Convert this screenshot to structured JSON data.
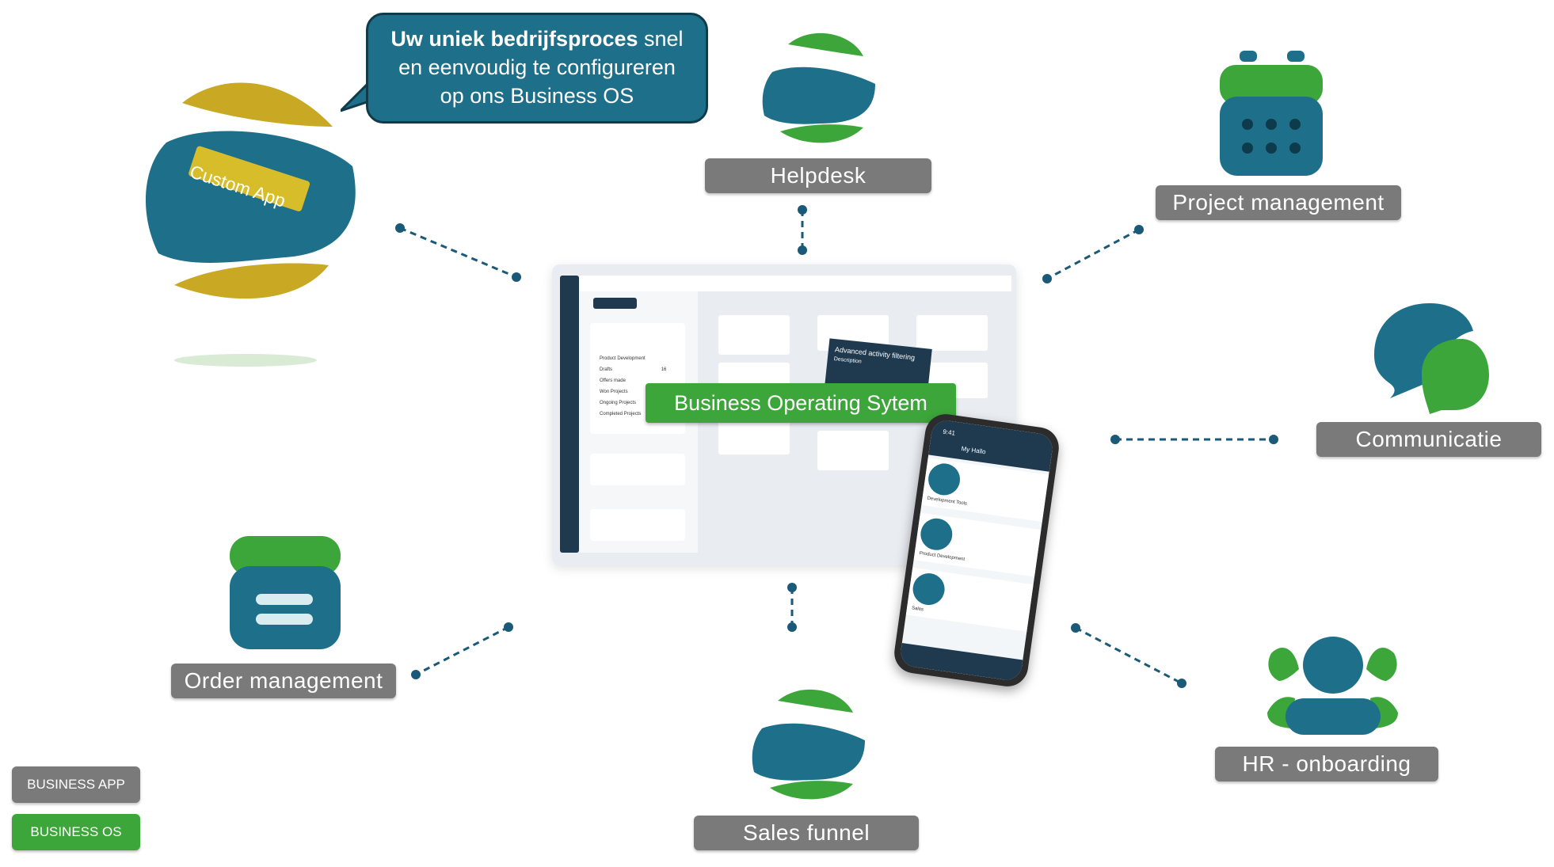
{
  "bubble": {
    "bold": "Uw uniek bedrijfsproces",
    "rest_line1": " snel",
    "line2": "en eenvoudig te configureren",
    "line3": "op ons Business OS"
  },
  "custom_app_label": "Custom App",
  "center": {
    "os_label": "Business Operating Sytem",
    "card_title": "Advanced activity filtering",
    "card_desc": "Description",
    "menu": [
      "Product Development",
      "Drafts",
      "Offers made",
      "Won Projects",
      "Ongoing Projects",
      "Completed Projects"
    ],
    "menu_count": "16",
    "phone_time": "9:41",
    "phone_title": "My Hallo",
    "phone_items": [
      "Development Tools",
      "Product Development",
      "Sales"
    ]
  },
  "modules": {
    "helpdesk": "Helpdesk",
    "project_management": "Project management",
    "communicatie": "Communicatie",
    "hr_onboarding": "HR - onboarding",
    "sales_funnel": "Sales funnel",
    "order_management": "Order management"
  },
  "legend": {
    "business_app": "BUSINESS APP",
    "business_os": "BUSINESS OS"
  },
  "colors": {
    "teal": "#1e6f8a",
    "green": "#3da63a",
    "gold": "#c9a824",
    "label_gray": "#7a7a7a",
    "connector": "#1a5a78"
  }
}
